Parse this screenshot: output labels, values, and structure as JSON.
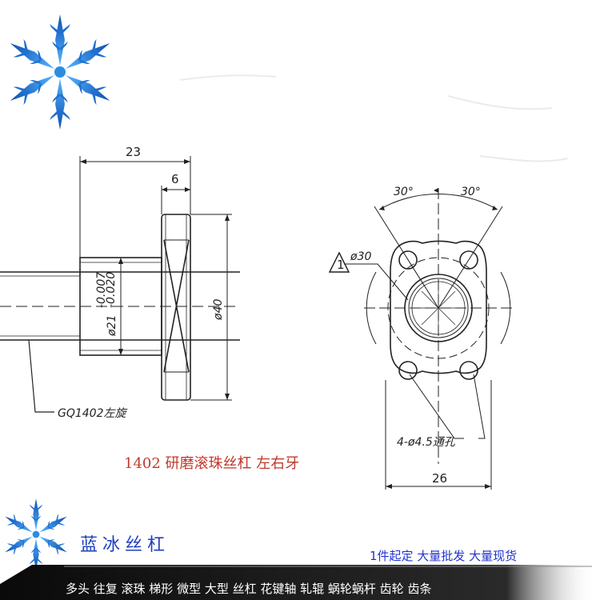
{
  "drawing": {
    "left_view": {
      "dim_total_length": "23",
      "dim_flange_width": "6",
      "dim_body_diameter": "ø21",
      "dim_body_tol_upper": "-0.007",
      "dim_body_tol_lower": "-0.020",
      "dim_flange_diameter": "ø40",
      "screw_label": "GQ1402左旋"
    },
    "right_view": {
      "angle_left": "30°",
      "angle_right": "30°",
      "pcd_label": "ø30",
      "note_marker": "1",
      "holes_label": "4-ø4.5通孔",
      "width_label": "26"
    }
  },
  "caption": "1402  研磨滚珠丝杠  左右牙",
  "brand": "蓝冰丝杠",
  "promo": "1件起定  大量批发  大量现货",
  "product_strip": "多头  往复  滚珠  梯形  微型  大型  丝杠  花键轴  轧辊  蜗轮蜗杆  齿轮  齿条",
  "colors": {
    "brand_blue": "#1f3fbf",
    "caption_red": "#c0392b",
    "strip_bg": "#1a1a1a",
    "snowflake": "#2a8de0"
  },
  "icons": [
    "snowflake-logo-icon",
    "snowflake-small-icon",
    "warning-triangle-icon"
  ]
}
